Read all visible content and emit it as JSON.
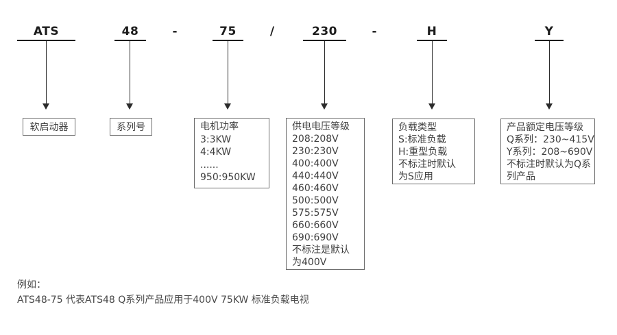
{
  "model_code": {
    "segments": [
      {
        "code": "ATS"
      },
      {
        "code": "48"
      },
      {
        "code": "75"
      },
      {
        "code": "230"
      },
      {
        "code": "H"
      },
      {
        "code": "Y"
      }
    ],
    "separators": [
      {
        "char": "-"
      },
      {
        "char": "/"
      },
      {
        "char": "-"
      }
    ]
  },
  "legend_boxes": [
    {
      "name": "soft-starter",
      "lines": [
        "软启动器"
      ]
    },
    {
      "name": "series-number",
      "lines": [
        "系列号"
      ]
    },
    {
      "name": "motor-power",
      "lines": [
        "电机功率",
        "3:3KW",
        "4:4KW",
        "......",
        "950:950KW"
      ]
    },
    {
      "name": "supply-voltage",
      "lines": [
        "供电电压等级",
        "208:208V",
        "230:230V",
        "400:400V",
        "440:440V",
        "460:460V",
        "500:500V",
        "575:575V",
        "660:660V",
        "690:690V",
        "不标注是默认",
        "为400V"
      ]
    },
    {
      "name": "load-type",
      "lines": [
        "负载类型",
        "S:标准负载",
        "H:重型负载",
        "不标注时默认",
        "为S应用"
      ]
    },
    {
      "name": "rated-voltage",
      "lines": [
        "产品额定电压等级",
        "Q系列：230~415V",
        "Y系列：208~690V",
        "不标注时默认为Q系",
        "列产品"
      ]
    }
  ],
  "example": {
    "label": "例如：",
    "text": "ATS48-75 代表ATS48 Q系列产品应用于400V 75KW 标准负载电视"
  },
  "colors": {
    "code_text": "#1c1c1c",
    "box_border": "#6b6b6b",
    "box_text": "#3f3f3f",
    "line": "#2b2b2b",
    "background": "#ffffff"
  }
}
